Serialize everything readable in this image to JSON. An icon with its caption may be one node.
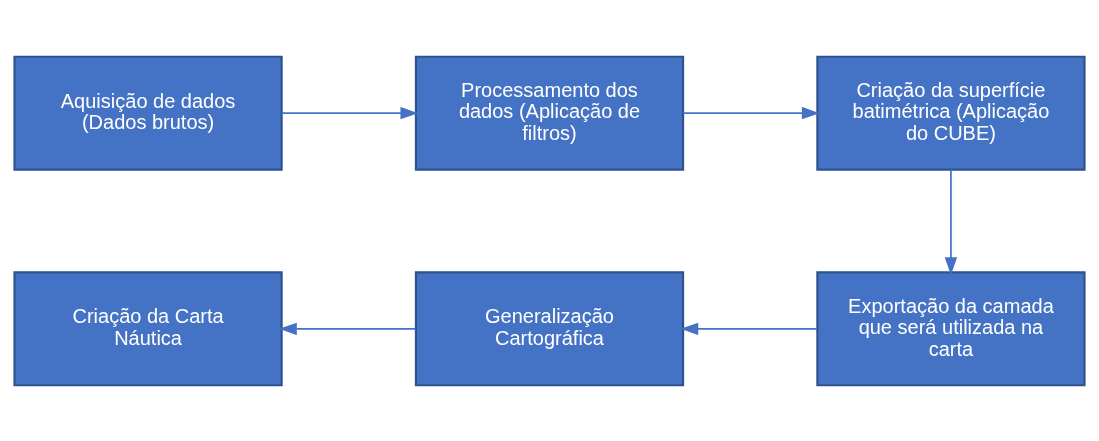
{
  "diagram": {
    "nodes": [
      {
        "text": [
          "Aquisição de dados (Dados brutos)"
        ]
      },
      {
        "text": [
          "Processamento dos dados (Aplicação de filtros)"
        ]
      },
      {
        "text": [
          "Criação da superfície batimétrica (Aplicação do CUBE)"
        ]
      },
      {
        "text": [
          "Exportação da camada que será utilizada na carta"
        ]
      },
      {
        "text": [
          "Generalização Cartográfica"
        ]
      },
      {
        "text": [
          "Criação da Carta Náutica"
        ]
      }
    ],
    "edges": [
      {
        "from": 0,
        "to": 1,
        "arrow": "to"
      },
      {
        "from": 1,
        "to": 2,
        "arrow": "to"
      },
      {
        "from": 2,
        "to": 3,
        "arrow": "to"
      },
      {
        "from": 3,
        "to": 4,
        "arrow": "to"
      },
      {
        "from": 4,
        "to": 5,
        "arrow": "to"
      }
    ]
  }
}
